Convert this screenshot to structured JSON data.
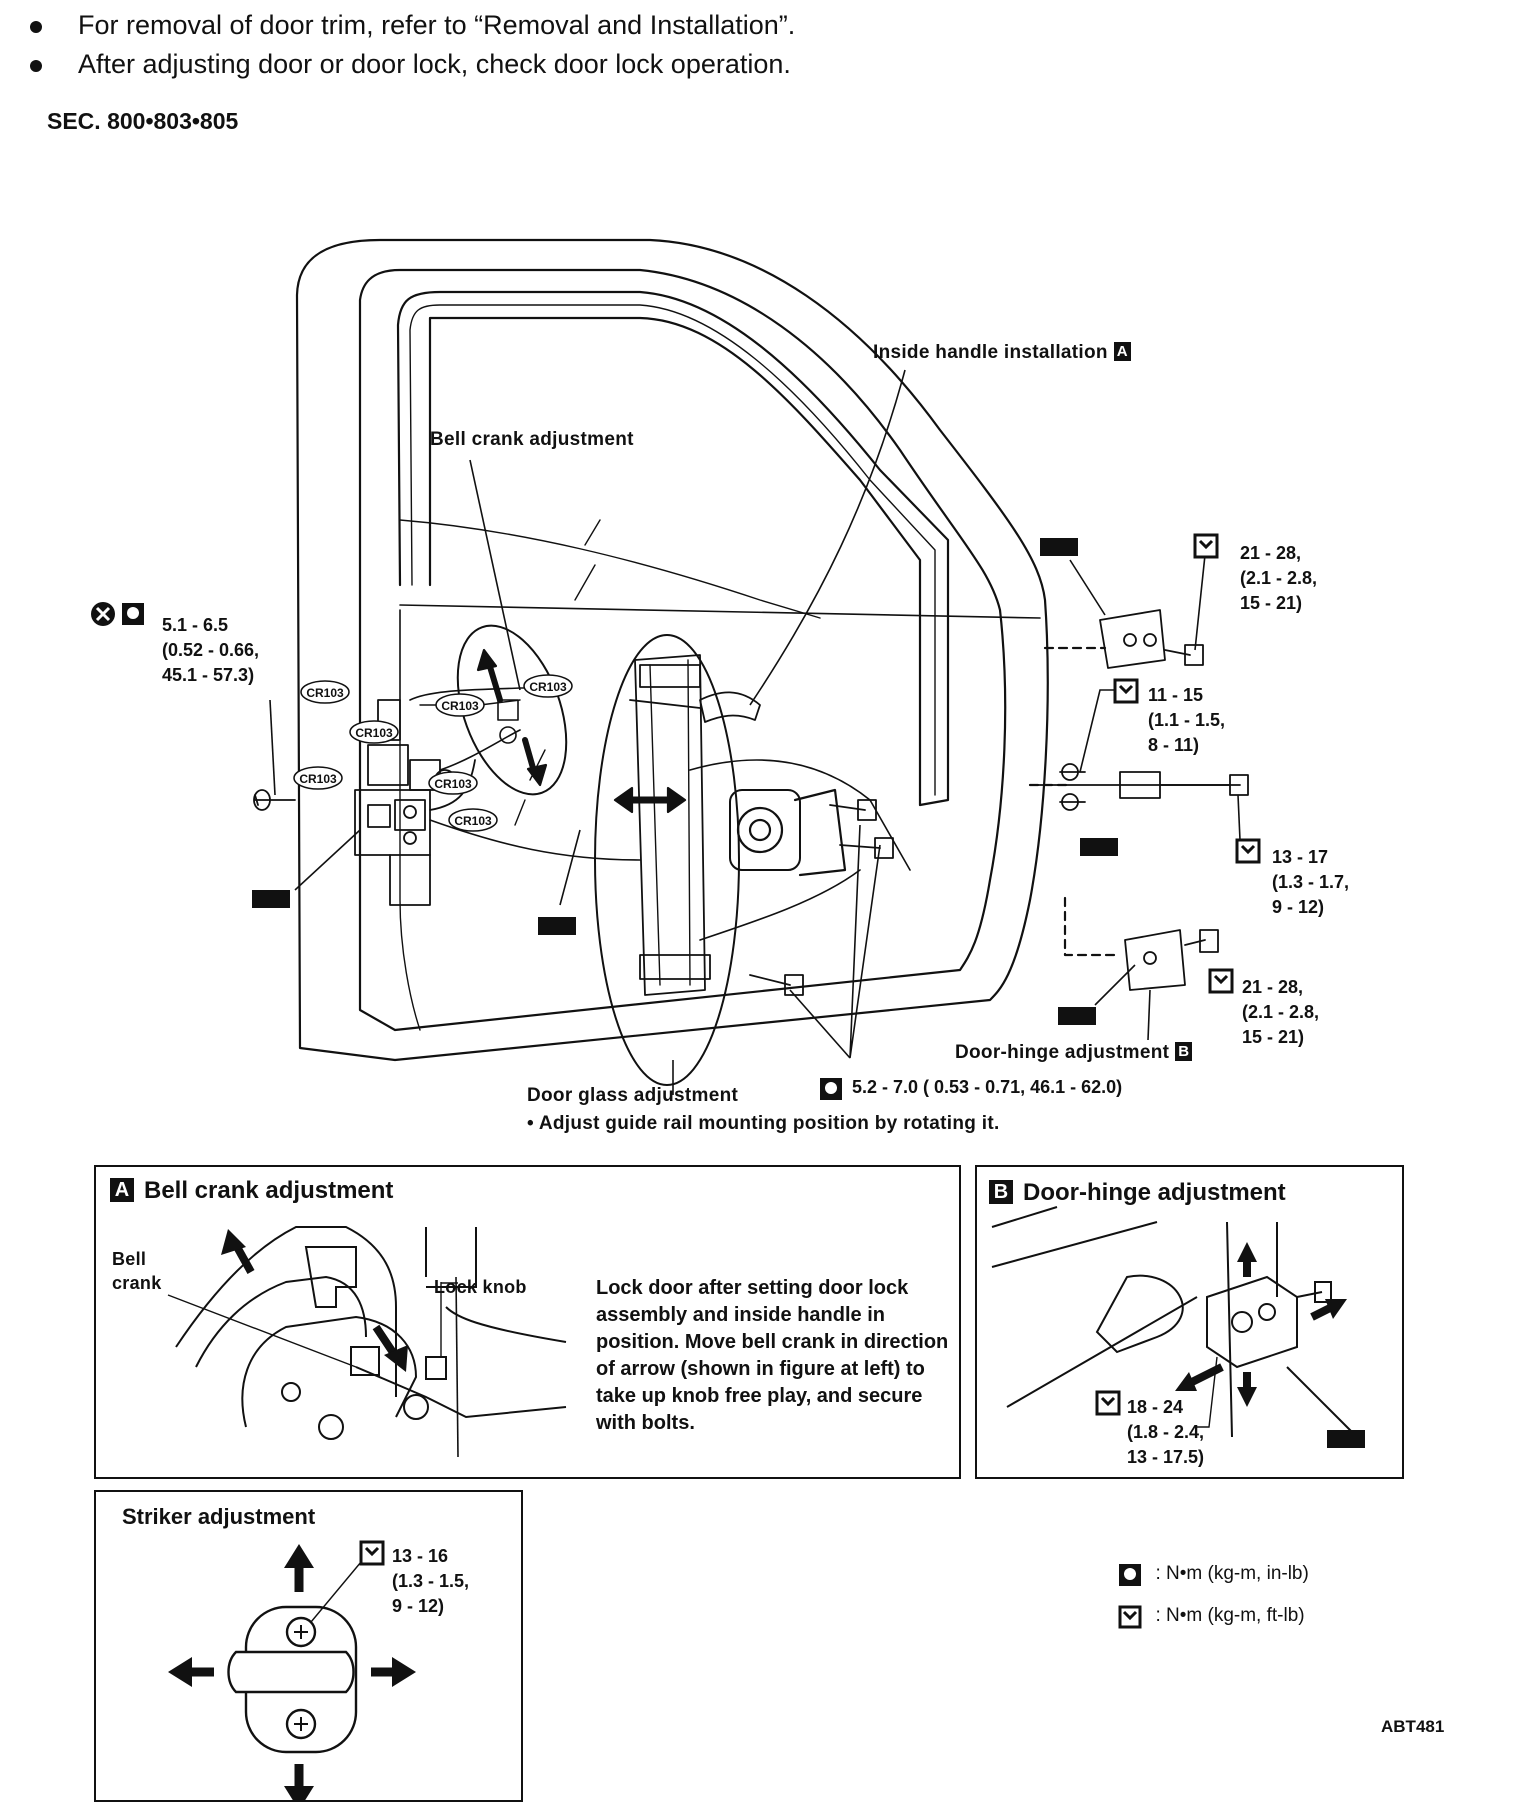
{
  "notes": [
    "For removal of door trim, refer to “Removal and Installation”.",
    "After adjusting door or door lock, check door lock operation."
  ],
  "section": "SEC. 800•803•805",
  "labels": {
    "inside_handle": "Inside handle installation",
    "inside_handle_tag": "A",
    "bell_crank_adj": "Bell crank adjustment",
    "door_glass_adj": "Door glass adjustment",
    "door_glass_note": "• Adjust guide rail mounting position by rotating it.",
    "door_hinge_adj": "Door-hinge adjustment",
    "door_hinge_tag": "B",
    "cr103": "CR103"
  },
  "torques": {
    "t_left": "5.1 - 6.5\n(0.52 - 0.66,\n45.1 - 57.3)",
    "t_hinge_top": "21 - 28,\n(2.1 - 2.8,\n15 - 21)",
    "t_check_a": "11 - 15\n(1.1 - 1.5,\n8 - 11)",
    "t_check_b": "13 - 17\n(1.3 - 1.7,\n9 - 12)",
    "t_hinge_bot": "21 - 28,\n(2.1 - 2.8,\n15 - 21)",
    "t_bottom": "5.2 - 7.0 ( 0.53 - 0.71, 46.1 - 62.0)"
  },
  "panel_a": {
    "tag": "A",
    "title": "Bell crank adjustment",
    "bell_crank": "Bell\ncrank",
    "lock_knob": "Lock knob",
    "description": "Lock door after setting door lock assembly and inside handle in position. Move bell crank in direction of arrow (shown in figure at left) to take up knob free play, and secure with bolts."
  },
  "panel_b": {
    "tag": "B",
    "title": "Door-hinge adjustment",
    "torque": "18 - 24\n(1.8 - 2.4,\n13 - 17.5)"
  },
  "panel_striker": {
    "title": "Striker adjustment",
    "torque": "13 - 16\n(1.3 - 1.5,\n9 - 12)"
  },
  "legend": [
    {
      "icon": "torque-wrench-icon",
      "text": ": N•m (kg-m, in-lb)"
    },
    {
      "icon": "torque-wrench-icon",
      "text": ": N•m (kg-m, ft-lb)"
    }
  ],
  "figure_code": "ABT481"
}
